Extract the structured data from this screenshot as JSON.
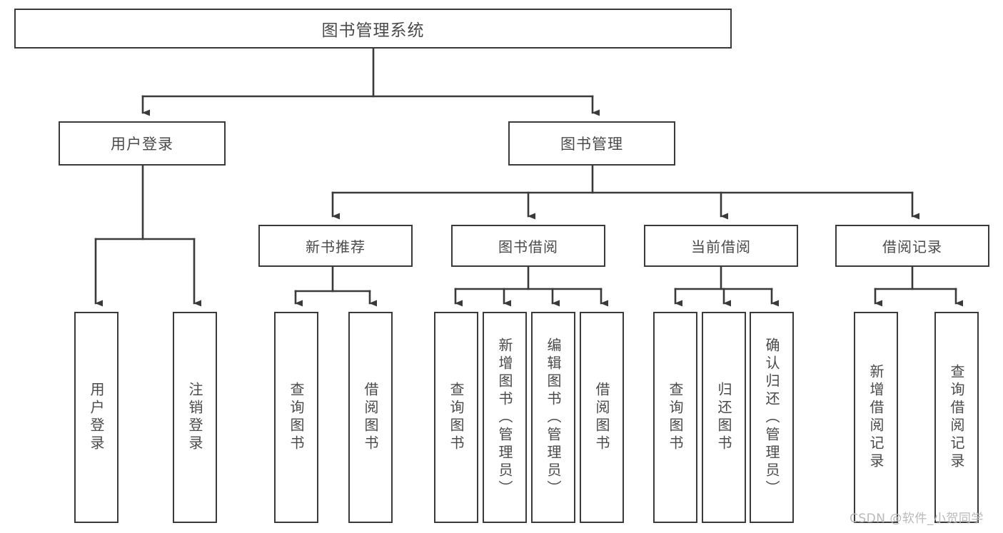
{
  "diagram": {
    "type": "tree-hierarchy",
    "title": "图书管理系统",
    "orientation": "top-down",
    "colors": {
      "stroke": "#3a3a3a",
      "text": "#4a4a4a",
      "background": "#ffffff",
      "watermark": "#b9b9b9"
    },
    "watermark": "CSDN @软件_小贺同学"
  },
  "nodes": {
    "root": {
      "label": "图书管理系统",
      "level": 0
    },
    "level1": [
      {
        "id": "user-login",
        "label": "用户登录",
        "level": 1
      },
      {
        "id": "book-manage",
        "label": "图书管理",
        "level": 1
      }
    ],
    "level2": [
      {
        "id": "new-book-recommend",
        "label": "新书推荐",
        "level": 2,
        "parent": "book-manage"
      },
      {
        "id": "book-borrow",
        "label": "图书借阅",
        "level": 2,
        "parent": "book-manage"
      },
      {
        "id": "current-borrow",
        "label": "当前借阅",
        "level": 2,
        "parent": "book-manage"
      },
      {
        "id": "borrow-record",
        "label": "借阅记录",
        "level": 2,
        "parent": "book-manage"
      }
    ],
    "leaves": [
      {
        "id": "leaf-user-login",
        "label": "用户登录",
        "parent": "user-login"
      },
      {
        "id": "leaf-user-logout",
        "label": "注销登录",
        "parent": "user-login"
      },
      {
        "id": "leaf-query-book-1",
        "label": "查询图书",
        "parent": "new-book-recommend"
      },
      {
        "id": "leaf-borrow-book-1",
        "label": "借阅图书",
        "parent": "new-book-recommend"
      },
      {
        "id": "leaf-query-book-2",
        "label": "查询图书",
        "parent": "book-borrow"
      },
      {
        "id": "leaf-add-book",
        "label": "新增图书（管理员）",
        "parent": "book-borrow"
      },
      {
        "id": "leaf-edit-book",
        "label": "编辑图书（管理员）",
        "parent": "book-borrow"
      },
      {
        "id": "leaf-borrow-book-2",
        "label": "借阅图书",
        "parent": "book-borrow"
      },
      {
        "id": "leaf-query-book-3",
        "label": "查询图书",
        "parent": "current-borrow"
      },
      {
        "id": "leaf-return-book",
        "label": "归还图书",
        "parent": "current-borrow"
      },
      {
        "id": "leaf-confirm-return",
        "label": "确认归还（管理员）",
        "parent": "current-borrow"
      },
      {
        "id": "leaf-add-record",
        "label": "新增借阅记录",
        "parent": "borrow-record"
      },
      {
        "id": "leaf-query-record",
        "label": "查询借阅记录",
        "parent": "borrow-record"
      }
    ]
  }
}
